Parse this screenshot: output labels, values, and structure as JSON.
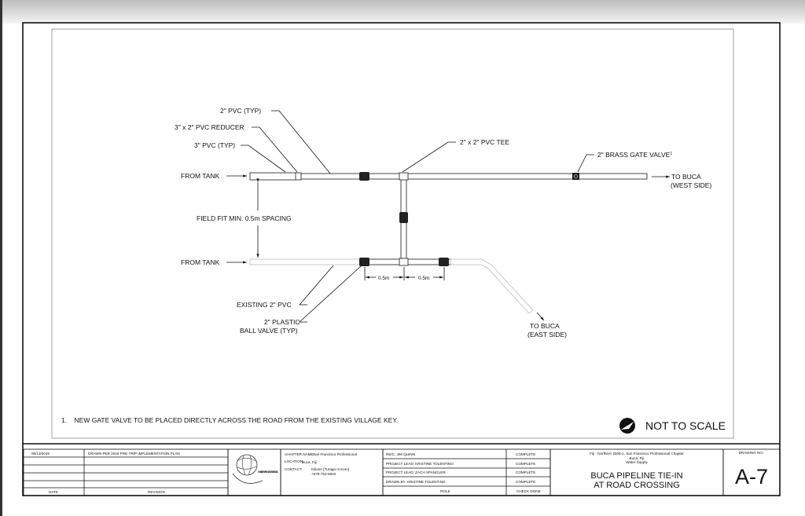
{
  "drawing": {
    "labels": {
      "pvc_typ_2": "2\" PVC (TYP)",
      "reducer": "3\" x 2\" PVC REDUCER",
      "pvc_typ_3": "3\" PVC (TYP)",
      "tee": "2\" x 2\" PVC TEE",
      "gate_valve": "2\" BRASS GATE VALVE",
      "gate_valve_note_ref": "1",
      "from_tank_top": "FROM TANK",
      "from_tank_bottom": "FROM TANK",
      "to_buca_west_1": "TO BUCA",
      "to_buca_west_2": "(WEST SIDE)",
      "field_fit": "FIELD FIT MIN. 0.5m SPACING",
      "existing_pvc": "EXISTING 2\" PVC",
      "ball_valve_1": "2\" PLASTIC",
      "ball_valve_2": "BALL VALVE (TYP)",
      "to_buca_east_1": "TO BUCA",
      "to_buca_east_2": "(EAST SIDE)",
      "dim_left": "0.5m",
      "dim_right": "0.5m"
    },
    "note": "1.    NEW GATE VALVE TO BE PLACED DIRECTLY ACROSS THE ROAD FROM THE EXISTING VILLAGE KEY.",
    "scale": "NOT TO SCALE"
  },
  "title_block": {
    "revisions": [
      {
        "date": "05/13/2019",
        "revision": "DRAWN PER 2019 PRE-TRIP IMPLEMENTATION PLAN"
      }
    ],
    "date_header": "DATE",
    "revision_header": "REVISION",
    "logo_text": "ENGINEERS WITHOUT BORDERS USA",
    "chapter_label": "CHAPTER NAME:",
    "chapter_value": "San Francisco Professional",
    "location_label": "LOCATION:",
    "location_value": "Buca, Fiji",
    "contact_label": "CONTACT:",
    "contact_value_1": "Kilione (Turaga ni Koro)",
    "contact_value_2": "+679-753-6002",
    "roles": [
      {
        "role": "RE/C: JIM QUINN",
        "check": "COMPLETE"
      },
      {
        "role": "PROJECT LEAD: KRISTINE TOLENTINO",
        "check": "COMPLETE"
      },
      {
        "role": "PROJECT LEAD: ZACH SPANGLER",
        "check": "COMPLETE"
      },
      {
        "role": "DRAWN BY: KRISTINE TOLENTINO",
        "check": "COMPLETE"
      }
    ],
    "role_header": "ROLE",
    "check_header": "CHECK DONE",
    "project_line_1": "Fiji - Northern 2008-1, San Francisco Professional Chapter",
    "project_line_2": "Buca, Fiji",
    "project_line_3": "Water Supply",
    "title_1": "BUCA PIPELINE TIE-IN",
    "title_2": "AT ROAD CROSSING",
    "drawing_no_label": "DRAWING NO.:",
    "drawing_no": "A-7"
  }
}
